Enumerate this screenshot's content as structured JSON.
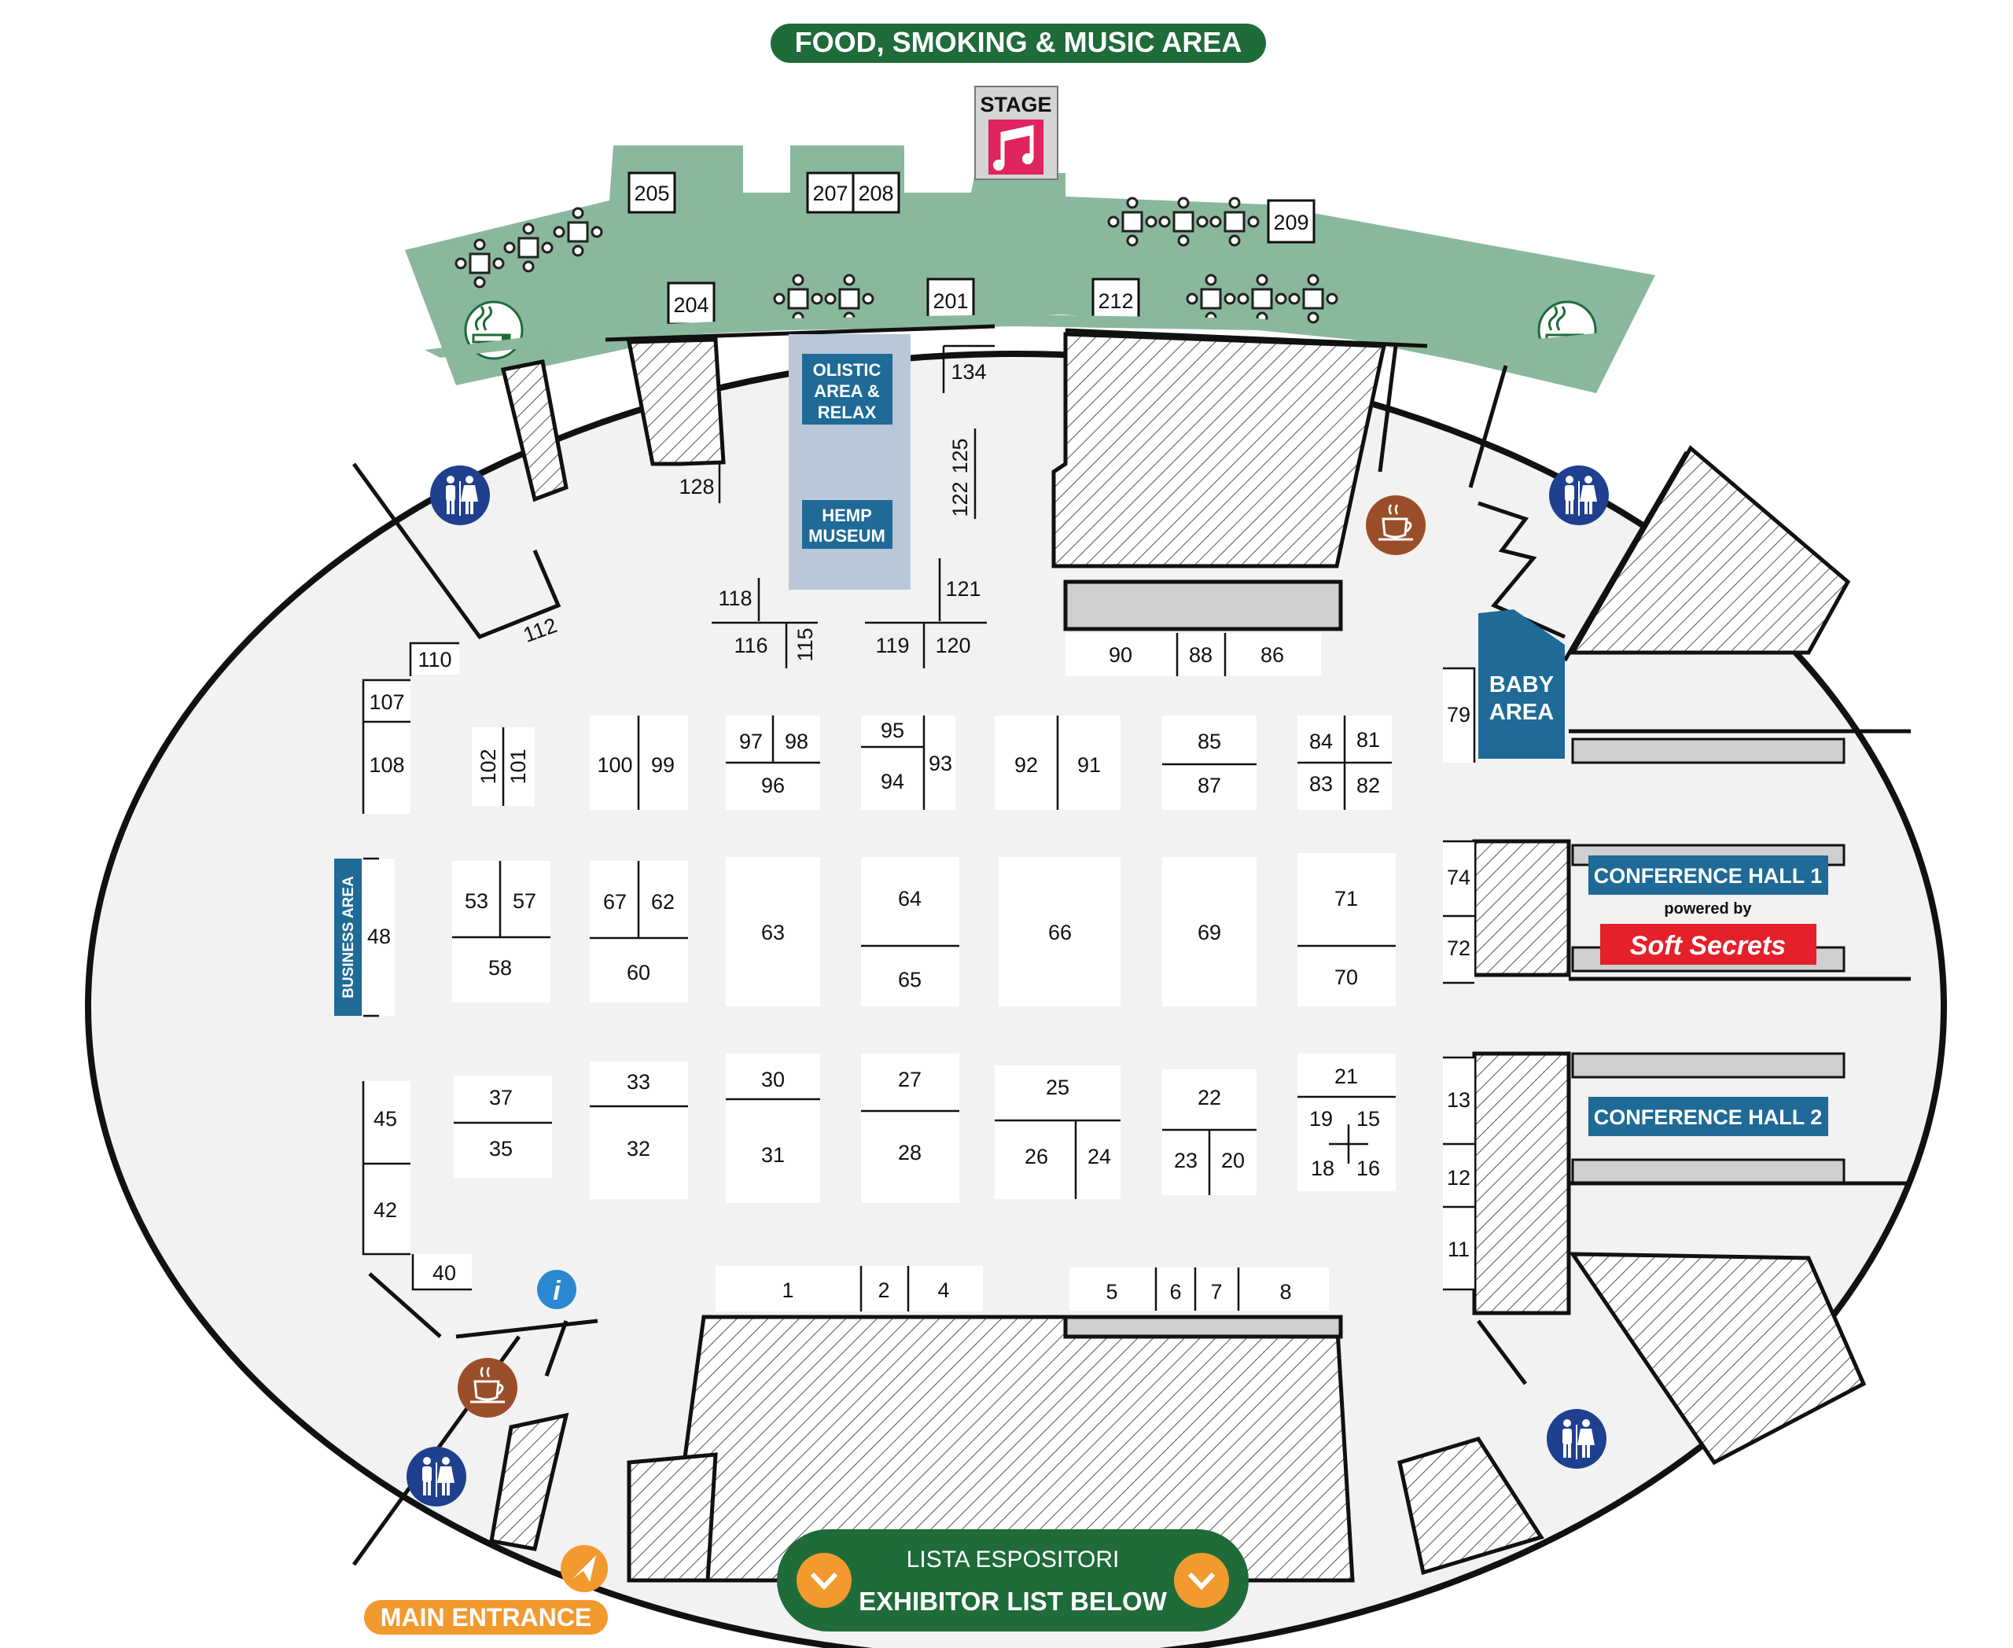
{
  "header": {
    "title": "FOOD, SMOKING & MUSIC AREA"
  },
  "stage": {
    "label": "STAGE"
  },
  "areas": {
    "olistic": [
      "OLISTIC",
      "AREA &",
      "RELAX"
    ],
    "hemp": [
      "HEMP",
      "MUSEUM"
    ],
    "baby": [
      "BABY",
      "AREA"
    ],
    "business": "BUSINESS AREA",
    "conference1": "CONFERENCE HALL 1",
    "powered_by": "powered by",
    "sponsor": "Soft Secrets",
    "conference2": "CONFERENCE HALL 2"
  },
  "footer": {
    "main_entrance": "MAIN ENTRANCE",
    "list_it": "LISTA ESPOSITORI",
    "list_en": "EXHIBITOR LIST BELOW"
  },
  "icons": {
    "toilet": "restroom-icon",
    "coffee": "coffee-icon",
    "smoking": "smoking-icon",
    "info": "info-icon",
    "music": "music-note-icon",
    "arrow": "navigation-arrow-icon"
  },
  "colors": {
    "green_area": "#8ab89c",
    "dark_green": "#1f6b3a",
    "blue": "#1f6a96",
    "coffee": "#9b4e2a",
    "orange": "#f29a2e",
    "stage_pink": "#e0245e",
    "sponsor_red": "#e4202a",
    "floor": "#f2f2f2"
  },
  "booths": {
    "b205": "205",
    "b207": "207",
    "b208": "208",
    "b209": "209",
    "b204": "204",
    "b201": "201",
    "b212": "212",
    "b134": "134",
    "b125": "125",
    "b122": "122",
    "b128": "128",
    "b118": "118",
    "b121": "121",
    "b116": "116",
    "b115": "115",
    "b119": "119",
    "b120": "120",
    "b112": "112",
    "b110": "110",
    "b90": "90",
    "b88": "88",
    "b86": "86",
    "b79": "79",
    "b107": "107",
    "b108": "108",
    "b102": "102",
    "b101": "101",
    "b100": "100",
    "b99": "99",
    "b97": "97",
    "b98": "98",
    "b96": "96",
    "b95": "95",
    "b94": "94",
    "b93": "93",
    "b92": "92",
    "b91": "91",
    "b85": "85",
    "b87": "87",
    "b84": "84",
    "b81": "81",
    "b83": "83",
    "b82": "82",
    "b48": "48",
    "b53": "53",
    "b57": "57",
    "b58": "58",
    "b67": "67",
    "b62": "62",
    "b60": "60",
    "b63": "63",
    "b64": "64",
    "b65": "65",
    "b66": "66",
    "b69": "69",
    "b71": "71",
    "b70": "70",
    "b74": "74",
    "b72": "72",
    "b45": "45",
    "b42": "42",
    "b40": "40",
    "b37": "37",
    "b35": "35",
    "b33": "33",
    "b32": "32",
    "b30": "30",
    "b31": "31",
    "b27": "27",
    "b28": "28",
    "b25": "25",
    "b26": "26",
    "b24": "24",
    "b22": "22",
    "b23": "23",
    "b20": "20",
    "b21": "21",
    "b19": "19",
    "b15": "15",
    "b18": "18",
    "b16": "16",
    "b13": "13",
    "b12": "12",
    "b11": "11",
    "b1": "1",
    "b2": "2",
    "b4": "4",
    "b5": "5",
    "b6": "6",
    "b7": "7",
    "b8": "8"
  }
}
